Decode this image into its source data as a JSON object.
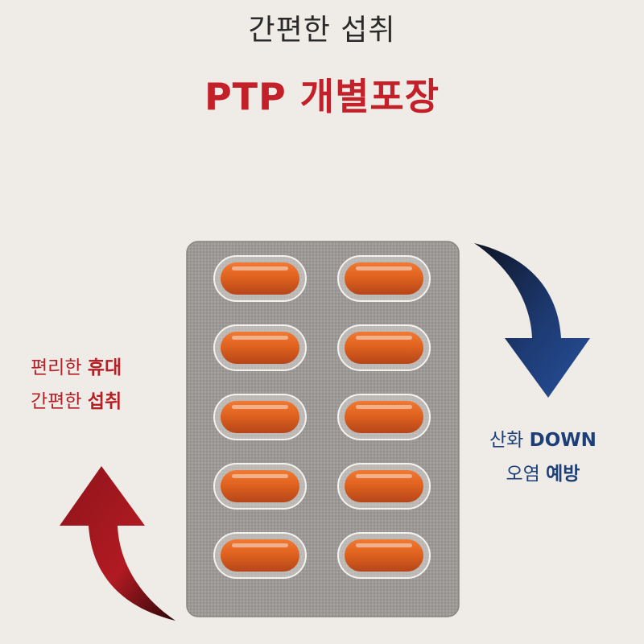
{
  "header": {
    "subtitle": "간편한 섭취",
    "title": "PTP 개별포장"
  },
  "left_caption": {
    "line1_normal": "편리한 ",
    "line1_bold": "휴대",
    "line2_normal": "간편한 ",
    "line2_bold": "섭취"
  },
  "right_caption": {
    "line1_normal": "산화 ",
    "line1_bold": "DOWN",
    "line2_normal": "오염 ",
    "line2_bold": "예방"
  },
  "blister": {
    "columns": 2,
    "rows": 5,
    "capsule_color": "#e0621e",
    "foil_color": "#9a9794"
  },
  "colors": {
    "accent_red": "#c3202a",
    "accent_navy": "#1d3f78",
    "background": "#efebe6"
  },
  "icons": {
    "down_arrow": "curved-arrow-down-icon",
    "up_arrow": "curved-arrow-up-icon"
  }
}
